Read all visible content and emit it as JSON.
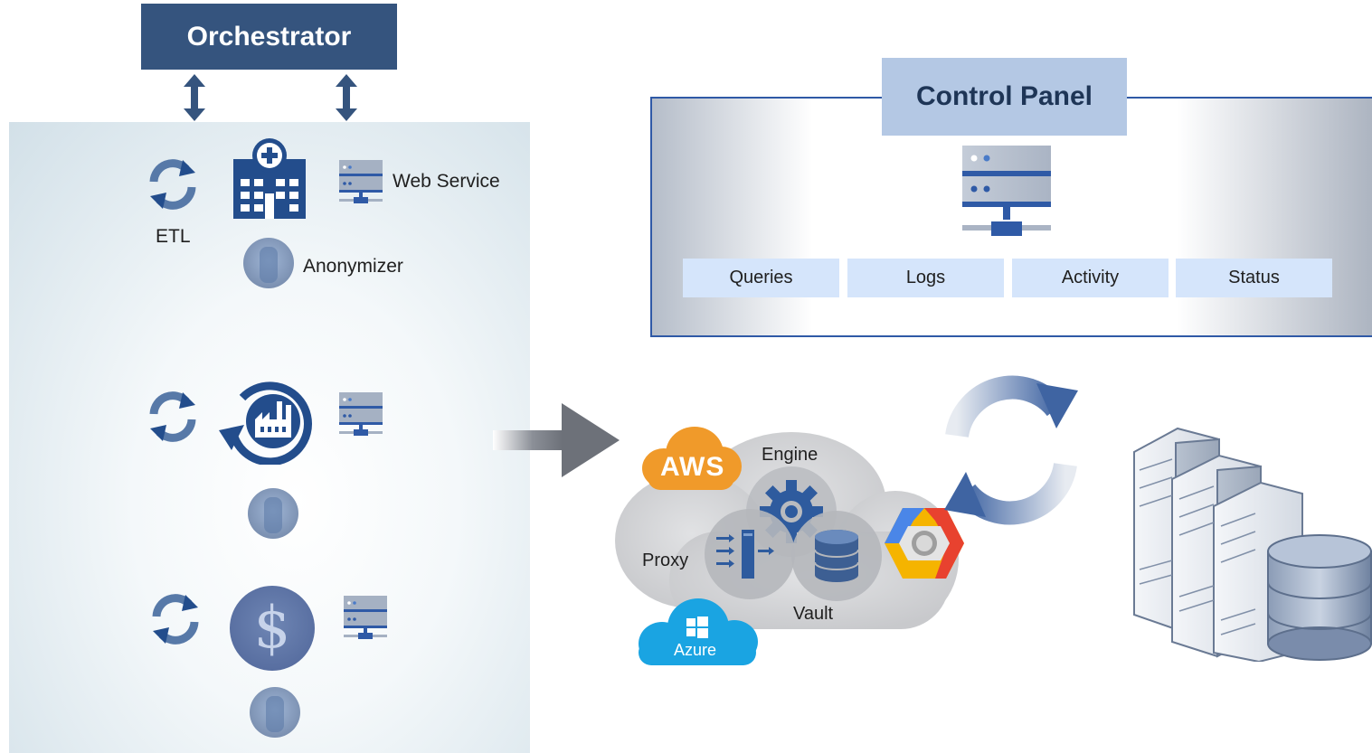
{
  "orchestrator": {
    "label": "Orchestrator"
  },
  "left": {
    "etl_label": "ETL",
    "web_service_label": "Web Service",
    "anonymizer_label": "Anonymizer",
    "currency_symbol": "$"
  },
  "control_panel": {
    "title": "Control Panel",
    "tabs": [
      "Queries",
      "Logs",
      "Activity",
      "Status"
    ]
  },
  "cloud": {
    "engine_label": "Engine",
    "proxy_label": "Proxy",
    "vault_label": "Vault",
    "aws_label": "AWS",
    "azure_label": "Azure"
  },
  "colors": {
    "navy": "#35547e",
    "icon_blue": "#234d8c",
    "border_blue": "#2f59a6",
    "aws_orange": "#f09a2a",
    "azure_blue": "#1aa4e2"
  }
}
